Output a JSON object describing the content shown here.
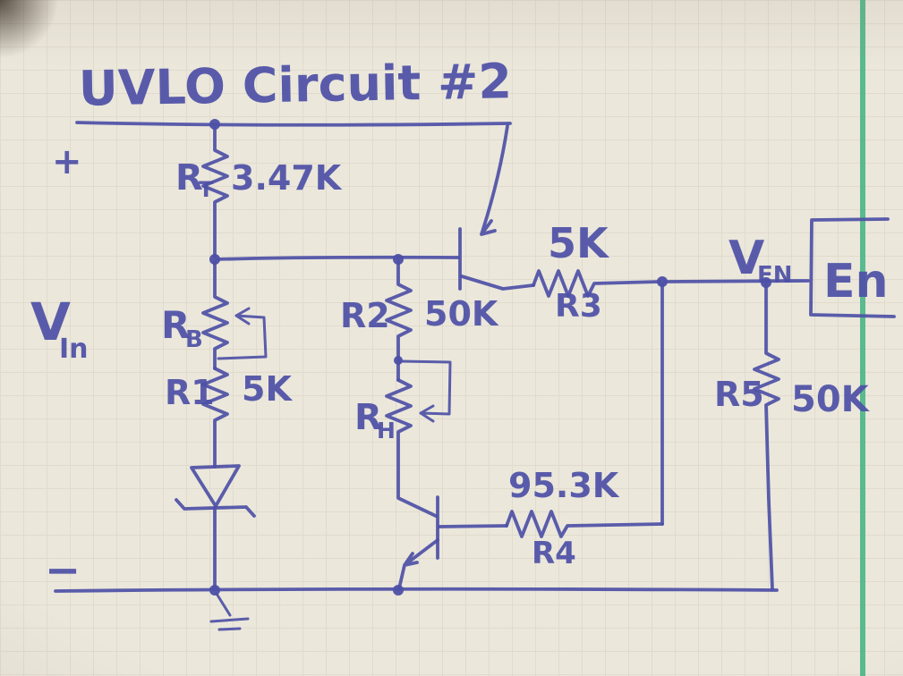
{
  "title": "UVLO Circuit #2",
  "rails": {
    "plus": "+",
    "minus": "−"
  },
  "vin": {
    "main": "V",
    "sub": "In"
  },
  "ven": {
    "main": "V",
    "sub": "EN"
  },
  "en": {
    "label": "En"
  },
  "resistors": {
    "rt": {
      "main": "R",
      "sub": "T",
      "value": "3.47K"
    },
    "rb": {
      "main": "R",
      "sub": "B"
    },
    "r1": {
      "label": "R1",
      "value": "5K"
    },
    "r2": {
      "label": "R2",
      "value": "50K"
    },
    "rh": {
      "main": "R",
      "sub": "H"
    },
    "r3": {
      "label": "R3",
      "value": "5K"
    },
    "r4": {
      "label": "R4",
      "value": "95.3K"
    },
    "r5": {
      "label": "R5",
      "value": "50K"
    }
  },
  "colors": {
    "ink": "#4d50a6",
    "paper": "#ebe7db",
    "grid_line": "#d8d3c3",
    "margin_line": "#43b183"
  }
}
